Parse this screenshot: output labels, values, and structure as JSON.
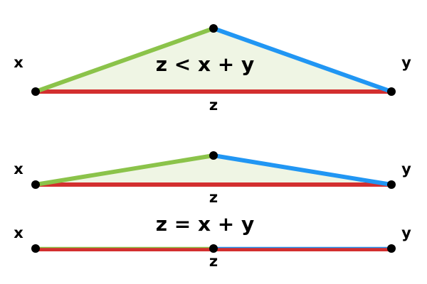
{
  "colors": {
    "x_side": "#8bc34a",
    "y_side": "#2196f3",
    "z_side": "#d32f2f",
    "fill": "#eff5e4",
    "vertex": "#000000"
  },
  "diagrams": [
    {
      "x_label": "x",
      "y_label": "y",
      "z_label": "z",
      "equation": "z < x + y"
    },
    {
      "x_label": "x",
      "y_label": "y",
      "z_label": "z",
      "equation": ""
    },
    {
      "x_label": "x",
      "y_label": "y",
      "z_label": "z",
      "equation": "z = x + y"
    }
  ]
}
